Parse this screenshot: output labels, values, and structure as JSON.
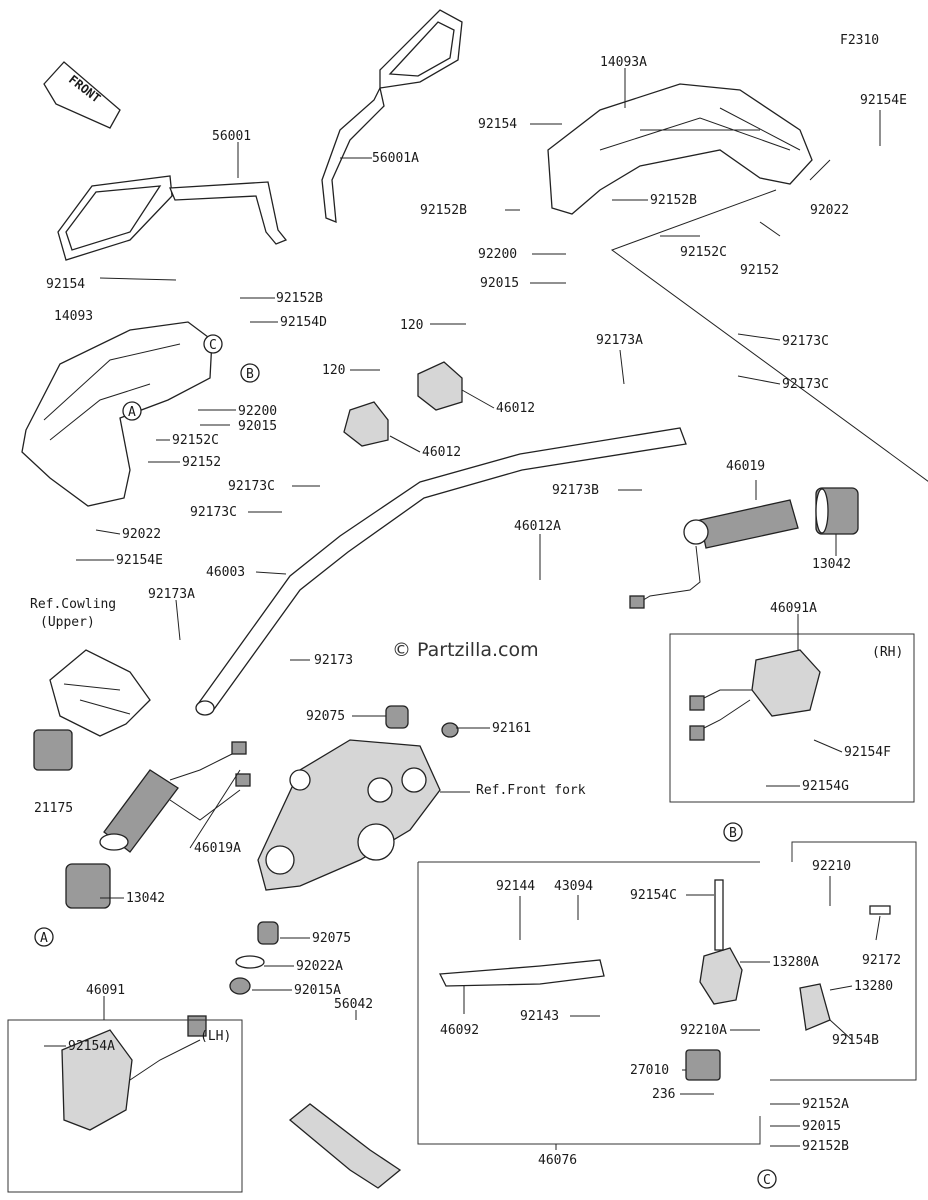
{
  "figure_code": "F2310",
  "front_label": "FRONT",
  "watermark": "© Partzilla.com",
  "boxes": {
    "rh_label": "(RH)",
    "lh_label": "(LH)"
  },
  "ref_notes": {
    "cowling_line1": "Ref.Cowling",
    "cowling_line2": "(Upper)",
    "front_fork": "Ref.Front fork"
  },
  "circle_refs": [
    "A",
    "B",
    "C"
  ],
  "callouts": [
    "56001",
    "56001A",
    "14093A",
    "92154",
    "92154E",
    "92152B",
    "92152B",
    "92022",
    "92200",
    "92015",
    "92152C",
    "92152",
    "92154",
    "92152B",
    "92154D",
    "14093",
    "92200",
    "92015",
    "92152C",
    "92152",
    "92022",
    "92154E",
    "120",
    "120",
    "46012",
    "46012",
    "92173A",
    "92173C",
    "92173C",
    "92173C",
    "92173C",
    "92173B",
    "46019",
    "13042",
    "46003",
    "46012A",
    "92173A",
    "92173",
    "Ref.Cowling (Upper)",
    "21175",
    "92075",
    "92161",
    "46019A",
    "13042",
    "92075",
    "92022A",
    "92015A",
    "46091A",
    "92154F",
    "92154G",
    "46091",
    "92154A",
    "56042",
    "92144",
    "43094",
    "92154C",
    "92210",
    "92172",
    "13280A",
    "13280",
    "46092",
    "92143",
    "92210A",
    "92154B",
    "27010",
    "236",
    "92152A",
    "92015",
    "92152B",
    "46076"
  ]
}
